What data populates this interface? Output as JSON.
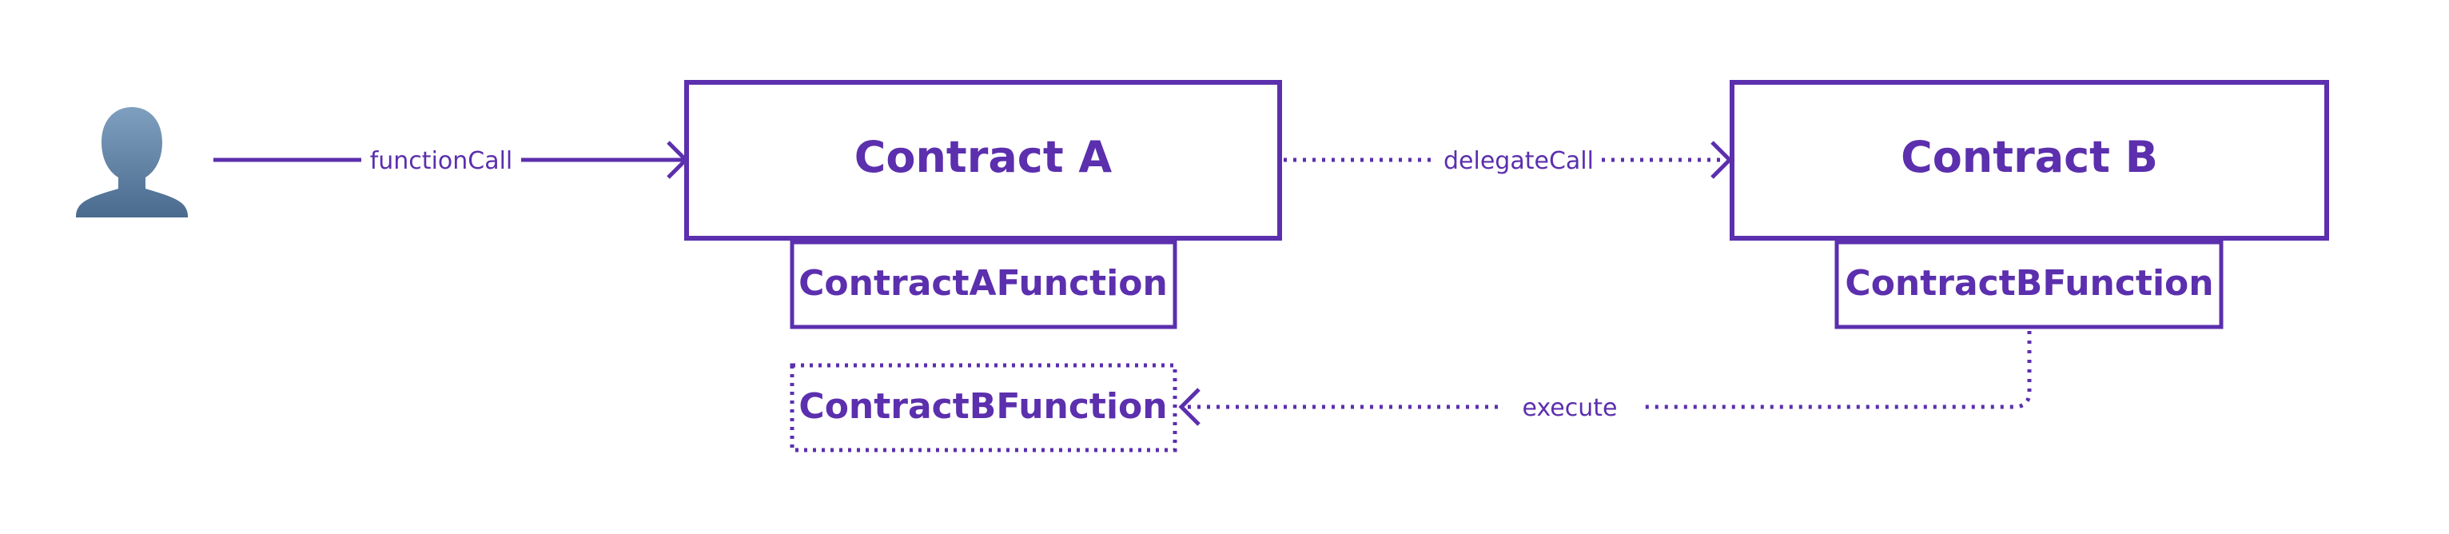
{
  "colors": {
    "accent": "#5b2fad",
    "user_icon_top": "#7f9fbf",
    "user_icon_bottom": "#4a6b8e"
  },
  "actor": {
    "icon": "user-silhouette-icon"
  },
  "nodes": {
    "contract_a": "Contract A",
    "contract_b": "Contract B",
    "contract_a_function": "ContractAFunction",
    "contract_b_function": "ContractBFunction",
    "executed_function": "ContractBFunction"
  },
  "edges": {
    "function_call": "functionCall",
    "delegate_call": "delegateCall",
    "execute": "execute"
  }
}
